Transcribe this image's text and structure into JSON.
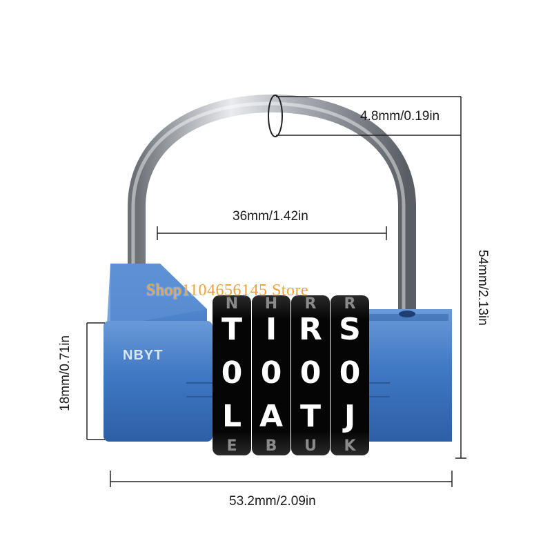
{
  "product": {
    "brand": "NBYT",
    "watermark": "Shop1104656145 Store",
    "wheels": [
      {
        "top": "N",
        "row1": "T",
        "row2": "0",
        "row3": "L",
        "bottom": "E"
      },
      {
        "top": "H",
        "row1": "I",
        "row2": "0",
        "row3": "A",
        "bottom": "B"
      },
      {
        "top": "R",
        "row1": "R",
        "row2": "0",
        "row3": "T",
        "bottom": "U"
      },
      {
        "top": "R",
        "row1": "S",
        "row2": "0",
        "row3": "J",
        "bottom": "K"
      }
    ]
  },
  "dimensions": {
    "shackle_thickness": "4.8mm/0.19in",
    "shackle_width": "36mm/1.42in",
    "total_height": "54mm/2.13in",
    "body_height": "18mm/0.71in",
    "body_width": "53.2mm/2.09in"
  },
  "colors": {
    "body_blue": "#3f78c4",
    "wheel_black": "#111111",
    "shackle_silver": "#b9bcc2"
  }
}
